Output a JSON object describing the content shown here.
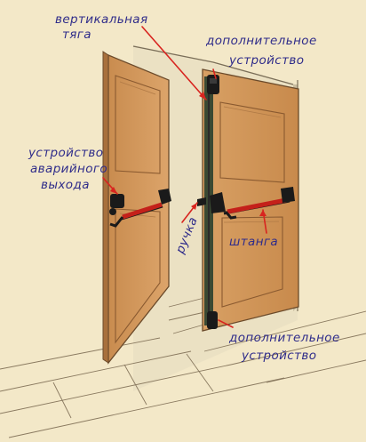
{
  "labels": {
    "vertical_rod": [
      "вертикальная",
      "тяга"
    ],
    "extra_device_top": [
      "дополнительное",
      "устройство"
    ],
    "emergency_exit_device": [
      "устройство",
      "аварийного",
      "выхода"
    ],
    "handle": "ручка",
    "bar": "штанга",
    "extra_device_bottom": [
      "дополнительное",
      "устройство"
    ]
  },
  "colors": {
    "background": "#f3e8c8",
    "door_wood": "#d39a5e",
    "label_ink": "#2f2c8a",
    "pointer_red": "#d8241f",
    "bar_red": "#c4201a",
    "hardware_black": "#1a1a1a"
  }
}
